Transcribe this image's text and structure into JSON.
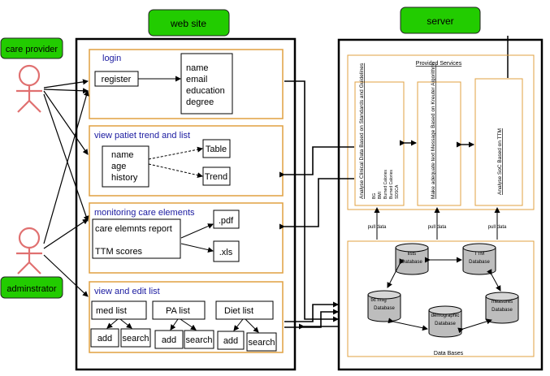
{
  "labels": {
    "website": "web site",
    "server": "server",
    "care_provider": "care provider",
    "administrator": "adminstrator"
  },
  "login": {
    "title": "login",
    "register": "register",
    "fields": [
      "name",
      "email",
      "education",
      "degree"
    ]
  },
  "trend": {
    "title": "view patiet trend and list",
    "fields": [
      "name",
      "age",
      "history"
    ],
    "table": "Table",
    "trend": "Trend"
  },
  "monitor": {
    "title": "monitoring care elements",
    "report": "care elemnts report",
    "ttm": "TTM scores",
    "pdf": ".pdf",
    "xls": ".xls"
  },
  "edit": {
    "title": "view and edit list",
    "lists": [
      {
        "name": "med list",
        "add": "add",
        "search": "search"
      },
      {
        "name": "PA list",
        "add": "add",
        "search": "search"
      },
      {
        "name": "Diet list",
        "add": "add",
        "search": "search"
      }
    ]
  },
  "services": {
    "title": "Provided Services",
    "s1": "Analyse Clinical Data Based on Standards and Guidelines",
    "s1_items": [
      "BG",
      "BMI",
      "Burned Calories",
      "Burned Calories",
      "SDSCA"
    ],
    "s2": "Make adequate text Message Based on Kreuter Algorithm",
    "s3": "Analyse SoC Based on TTM",
    "pull": "pull data"
  },
  "databases": {
    "title": "Data Bases",
    "db_word": "Database",
    "items": [
      "lists",
      "TTM",
      "txt msg",
      "measures",
      "demographic"
    ]
  },
  "colors": {
    "green": "#22cc00",
    "orange": "#e0a040",
    "actor": "#e07070",
    "blue_text": "#1a1aa0"
  }
}
